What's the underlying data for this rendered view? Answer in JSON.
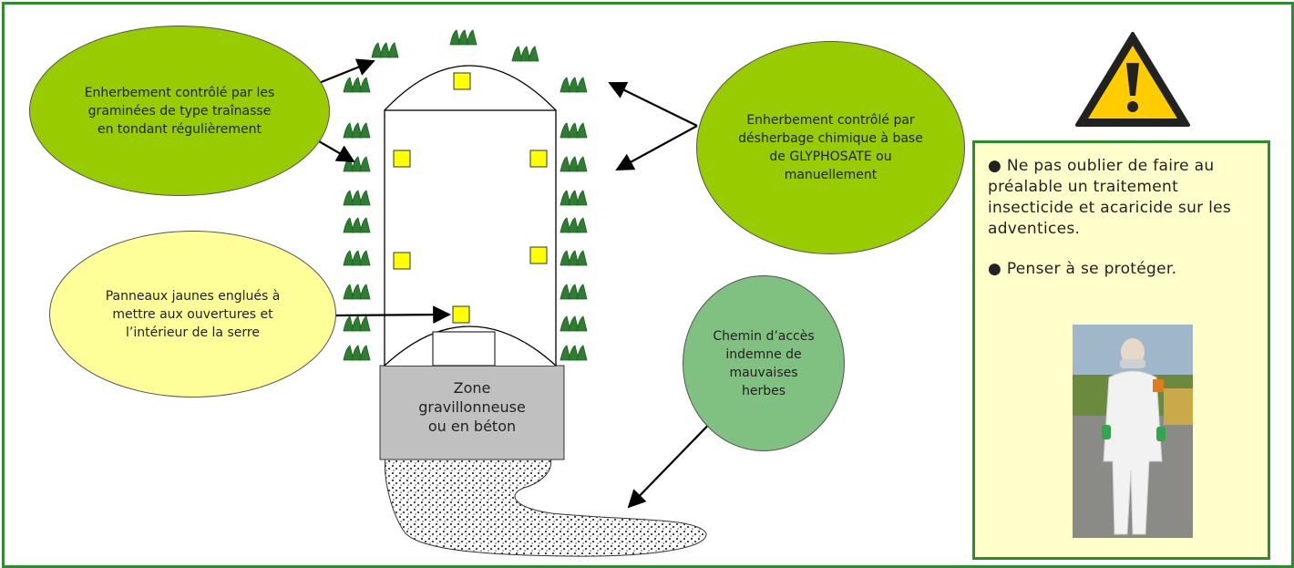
{
  "bubbles": {
    "graminees": "Enherbement contrôlé par les graminées de type traînasse en tondant régulièrement",
    "glyphosate": "Enherbement contrôlé par désherbage chimique à base de GLYPHOSATE ou manuellement",
    "panneaux": "Panneaux jaunes englués à mettre aux ouvertures et l’intérieur  de la serre",
    "chemin": "Chemin d’accès indemne de mauvaises herbes"
  },
  "zone": {
    "line1": "Zone",
    "line2": "gravillonneuse",
    "line3": "ou en béton"
  },
  "warning": {
    "item1": "● Ne pas oublier de faire au préalable un traitement insecticide et acaricide sur les adventices.",
    "item2": "● Penser à se protéger."
  },
  "colors": {
    "frame_border": "#2e8b2e",
    "bubble_green": "#99cc00",
    "bubble_yellow": "#ffff99",
    "bubble_path": "#80c080",
    "weed": "#2e7d32",
    "trap": "#ffff00",
    "zone": "#c0c0c0",
    "info_box": "#ffffcc"
  },
  "icons": {
    "warning": "warning-triangle-icon",
    "weed": "grass-tuft-icon",
    "trap": "yellow-sticky-trap-icon"
  }
}
